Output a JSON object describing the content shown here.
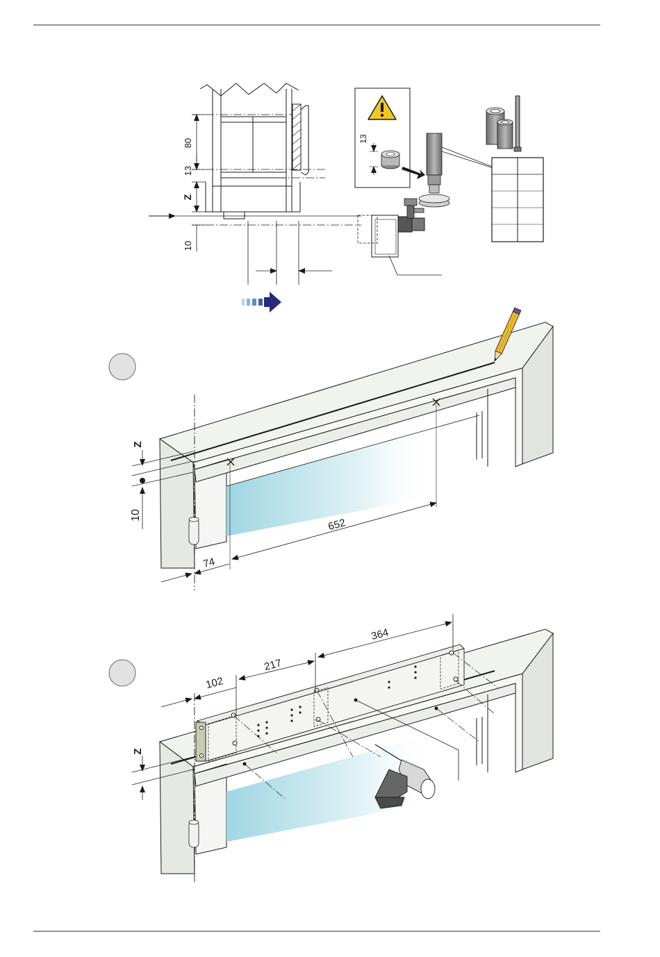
{
  "colors": {
    "rule": "#555555",
    "ink": "#1a1a1a",
    "wall": "#eceeea",
    "wall_shade": "#d6d9d3",
    "glass": "#a9dbe6",
    "arrow": "#2a2a7a",
    "warning": "#f3c623",
    "pencil": "#e8b830",
    "step_circle": "#e2e2e2"
  },
  "icons": {
    "warning": "warning-triangle-icon",
    "flow": "dashed-arrow-right-icon",
    "pencil": "pencil-icon",
    "drill": "drill-icon"
  },
  "top_section": {
    "dim_80": "80",
    "dim_13": "13",
    "dim_z": "Z",
    "dim_10": "10",
    "warning_dim": "13"
  },
  "step1": {
    "dim_z": "Z",
    "dim_10": "10",
    "dim_74": "74",
    "dim_652": "652"
  },
  "step2": {
    "dim_102": "102",
    "dim_217": "217",
    "dim_364": "364",
    "dim_z": "Z"
  }
}
